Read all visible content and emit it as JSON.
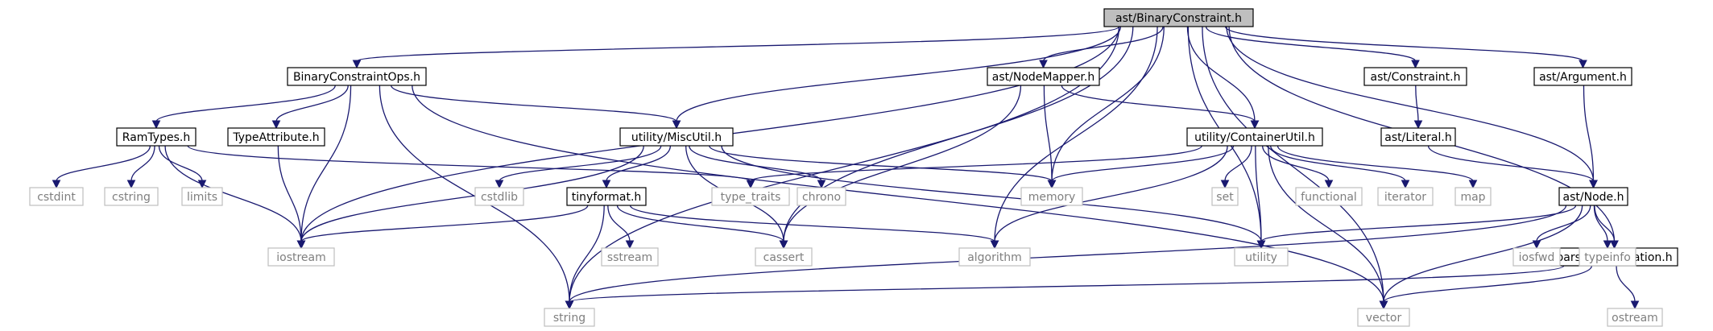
{
  "title": "ast/BinaryConstraint.h",
  "colors": {
    "edge": "#191970",
    "main_fill": "#bfbfbf",
    "local_border": "#000000",
    "system_border": "#bfbfbf",
    "system_text": "#7f7f7f"
  },
  "nodes": [
    {
      "id": "binaryconstraint",
      "label": "ast/BinaryConstraint.h",
      "kind": "main"
    },
    {
      "id": "binaryconstraintops",
      "label": "BinaryConstraintOps.h",
      "kind": "local"
    },
    {
      "id": "nodemapper",
      "label": "ast/NodeMapper.h",
      "kind": "local"
    },
    {
      "id": "constraint",
      "label": "ast/Constraint.h",
      "kind": "local"
    },
    {
      "id": "argument",
      "label": "ast/Argument.h",
      "kind": "local"
    },
    {
      "id": "ramtypes",
      "label": "RamTypes.h",
      "kind": "local"
    },
    {
      "id": "typeattribute",
      "label": "TypeAttribute.h",
      "kind": "local"
    },
    {
      "id": "miscutil",
      "label": "utility/MiscUtil.h",
      "kind": "local"
    },
    {
      "id": "containerutil",
      "label": "utility/ContainerUtil.h",
      "kind": "local"
    },
    {
      "id": "literal",
      "label": "ast/Literal.h",
      "kind": "local"
    },
    {
      "id": "node",
      "label": "ast/Node.h",
      "kind": "local"
    },
    {
      "id": "tinyformat",
      "label": "tinyformat.h",
      "kind": "local"
    },
    {
      "id": "srclocation",
      "label": "parser/SrcLocation.h",
      "kind": "local"
    },
    {
      "id": "cstdint",
      "label": "cstdint",
      "kind": "system"
    },
    {
      "id": "cstring",
      "label": "cstring",
      "kind": "system"
    },
    {
      "id": "limits",
      "label": "limits",
      "kind": "system"
    },
    {
      "id": "cstdlib",
      "label": "cstdlib",
      "kind": "system"
    },
    {
      "id": "type_traits",
      "label": "type_traits",
      "kind": "system"
    },
    {
      "id": "chrono",
      "label": "chrono",
      "kind": "system"
    },
    {
      "id": "memory",
      "label": "memory",
      "kind": "system"
    },
    {
      "id": "set",
      "label": "set",
      "kind": "system"
    },
    {
      "id": "functional",
      "label": "functional",
      "kind": "system"
    },
    {
      "id": "iterator",
      "label": "iterator",
      "kind": "system"
    },
    {
      "id": "map",
      "label": "map",
      "kind": "system"
    },
    {
      "id": "iostream",
      "label": "iostream",
      "kind": "system"
    },
    {
      "id": "sstream",
      "label": "sstream",
      "kind": "system"
    },
    {
      "id": "cassert",
      "label": "cassert",
      "kind": "system"
    },
    {
      "id": "algorithm",
      "label": "algorithm",
      "kind": "system"
    },
    {
      "id": "utility",
      "label": "utility",
      "kind": "system"
    },
    {
      "id": "iosfwd",
      "label": "iosfwd",
      "kind": "system"
    },
    {
      "id": "typeinfo",
      "label": "typeinfo",
      "kind": "system"
    },
    {
      "id": "string",
      "label": "string",
      "kind": "system"
    },
    {
      "id": "vector",
      "label": "vector",
      "kind": "system"
    },
    {
      "id": "ostream",
      "label": "ostream",
      "kind": "system"
    }
  ],
  "edges": [
    [
      "binaryconstraint",
      "binaryconstraintops"
    ],
    [
      "binaryconstraint",
      "nodemapper"
    ],
    [
      "binaryconstraint",
      "constraint"
    ],
    [
      "binaryconstraint",
      "argument"
    ],
    [
      "binaryconstraint",
      "miscutil"
    ],
    [
      "binaryconstraint",
      "containerutil"
    ],
    [
      "binaryconstraint",
      "node"
    ],
    [
      "binaryconstraint",
      "srclocation"
    ],
    [
      "binaryconstraint",
      "memory"
    ],
    [
      "binaryconstraint",
      "cassert"
    ],
    [
      "binaryconstraint",
      "algorithm"
    ],
    [
      "binaryconstraint",
      "string"
    ],
    [
      "binaryconstraint",
      "iostream"
    ],
    [
      "binaryconstraint",
      "utility"
    ],
    [
      "binaryconstraint",
      "vector"
    ],
    [
      "binaryconstraintops",
      "ramtypes"
    ],
    [
      "binaryconstraintops",
      "typeattribute"
    ],
    [
      "binaryconstraintops",
      "miscutil"
    ],
    [
      "binaryconstraintops",
      "iostream"
    ],
    [
      "binaryconstraintops",
      "string"
    ],
    [
      "binaryconstraintops",
      "vector"
    ],
    [
      "ramtypes",
      "cstdint"
    ],
    [
      "ramtypes",
      "cstring"
    ],
    [
      "ramtypes",
      "limits"
    ],
    [
      "ramtypes",
      "iostream"
    ],
    [
      "ramtypes",
      "type_traits"
    ],
    [
      "typeattribute",
      "iostream"
    ],
    [
      "miscutil",
      "cstdlib"
    ],
    [
      "miscutil",
      "tinyformat"
    ],
    [
      "miscutil",
      "chrono"
    ],
    [
      "miscutil",
      "memory"
    ],
    [
      "miscutil",
      "iostream"
    ],
    [
      "miscutil",
      "cassert"
    ],
    [
      "miscutil",
      "utility"
    ],
    [
      "tinyformat",
      "iostream"
    ],
    [
      "tinyformat",
      "sstream"
    ],
    [
      "tinyformat",
      "cassert"
    ],
    [
      "tinyformat",
      "string"
    ],
    [
      "tinyformat",
      "algorithm"
    ],
    [
      "nodemapper",
      "containerutil"
    ],
    [
      "nodemapper",
      "memory"
    ],
    [
      "nodemapper",
      "cassert"
    ],
    [
      "containerutil",
      "type_traits"
    ],
    [
      "containerutil",
      "memory"
    ],
    [
      "containerutil",
      "set"
    ],
    [
      "containerutil",
      "functional"
    ],
    [
      "containerutil",
      "iterator"
    ],
    [
      "containerutil",
      "map"
    ],
    [
      "containerutil",
      "algorithm"
    ],
    [
      "containerutil",
      "utility"
    ],
    [
      "containerutil",
      "vector"
    ],
    [
      "constraint",
      "literal"
    ],
    [
      "literal",
      "node"
    ],
    [
      "argument",
      "node"
    ],
    [
      "node",
      "utility"
    ],
    [
      "node",
      "iosfwd"
    ],
    [
      "node",
      "typeinfo"
    ],
    [
      "node",
      "srclocation"
    ],
    [
      "node",
      "string"
    ],
    [
      "node",
      "vector"
    ],
    [
      "srclocation",
      "ostream"
    ],
    [
      "srclocation",
      "string"
    ],
    [
      "srclocation",
      "vector"
    ]
  ]
}
